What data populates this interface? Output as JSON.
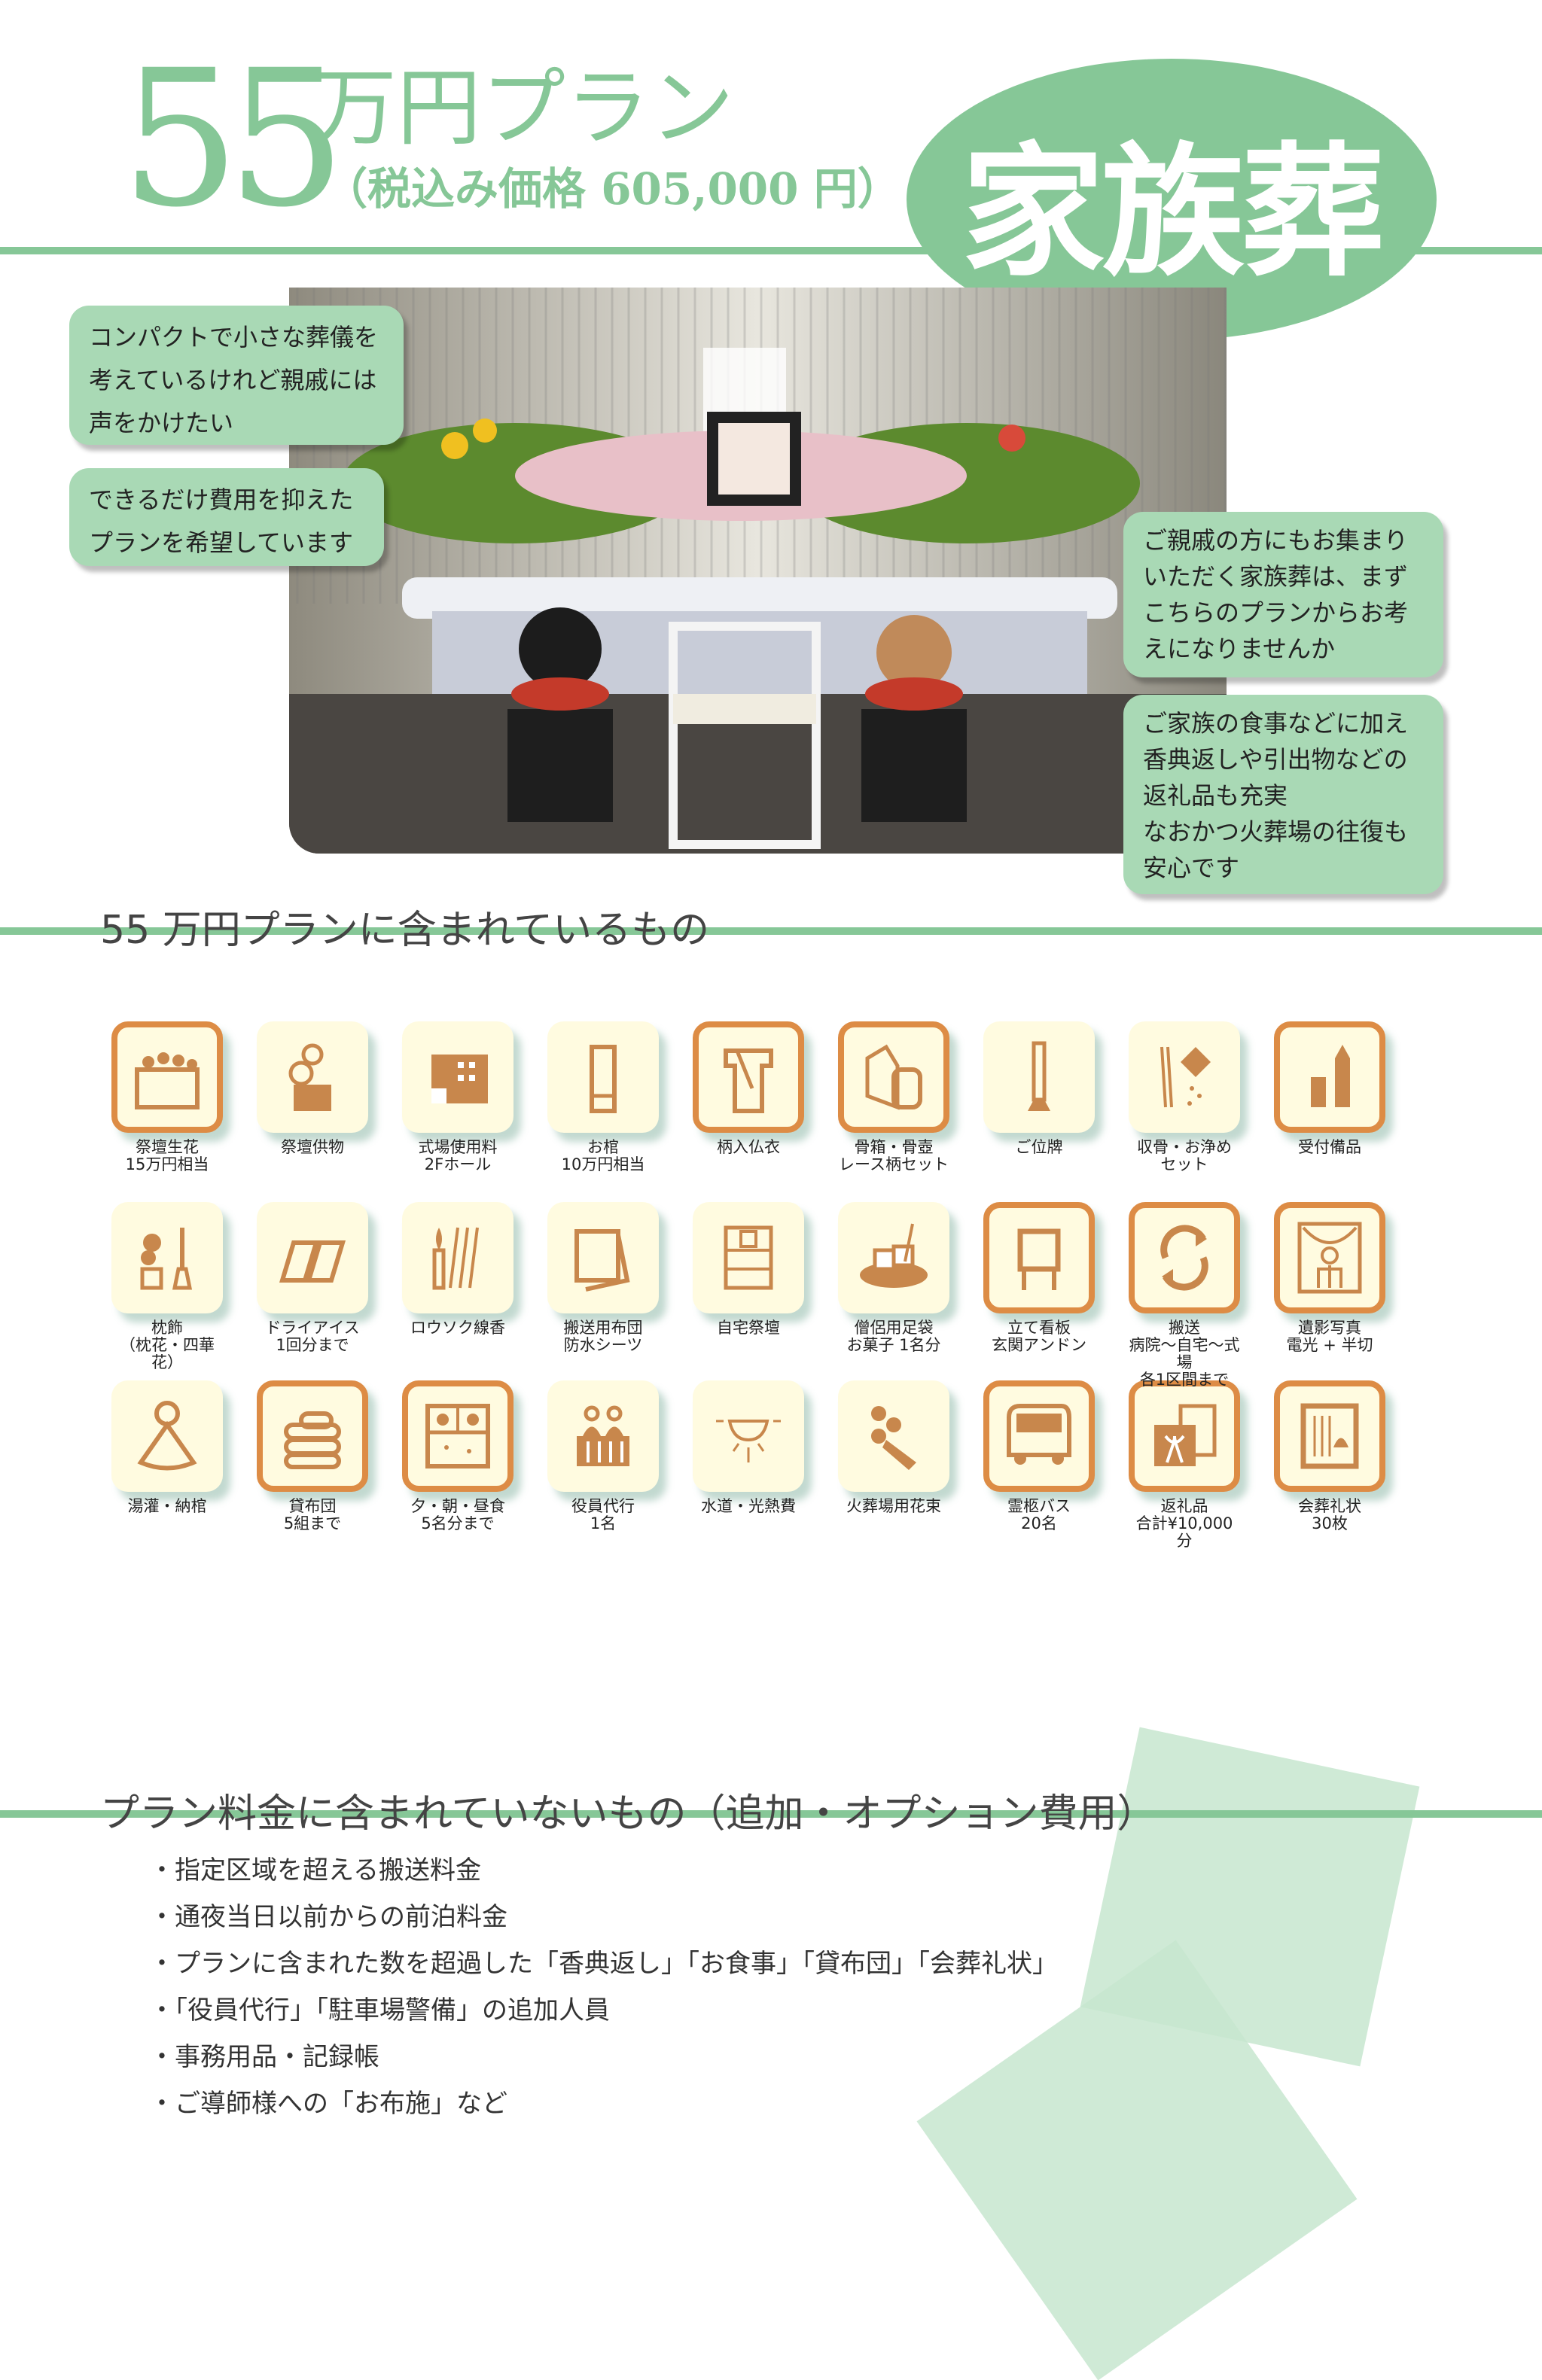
{
  "header": {
    "price_number": "55",
    "plan_label": "万円プラン",
    "tax_price": "（税込み価格 605,000 円）",
    "badge": "家族葬"
  },
  "colors": {
    "accent": "#86c797",
    "bubble": "#a9d9b5",
    "icon_border": "#dd8c45",
    "icon_bg": "#fffbe0",
    "icon_fg": "#c8874c"
  },
  "bubbles_left": [
    {
      "lines": [
        "コンパクトで小さな葬儀を",
        "考えているけれど親戚には",
        "声をかけたい"
      ]
    },
    {
      "lines": [
        "できるだけ費用を抑えた",
        "プランを希望しています"
      ]
    }
  ],
  "bubbles_right": [
    {
      "lines": [
        "ご親戚の方にもお集まり",
        "いただく家族葬は、まず",
        "こちらのプランからお考",
        "えになりませんか"
      ]
    },
    {
      "lines": [
        "ご家族の食事などに加え",
        "香典返しや引出物などの",
        "返礼品も充実",
        "なおかつ火葬場の往復も",
        "安心です"
      ]
    }
  ],
  "included": {
    "title": "55 万円プランに含まれているもの",
    "items": [
      {
        "label": "祭壇生花\n15万円相当",
        "icon": "altar-flowers-icon",
        "bordered": true
      },
      {
        "label": "祭壇供物",
        "icon": "offerings-icon",
        "bordered": false
      },
      {
        "label": "式場使用料\n2Fホール",
        "icon": "hall-building-icon",
        "bordered": false
      },
      {
        "label": "お棺\n10万円相当",
        "icon": "coffin-icon",
        "bordered": false
      },
      {
        "label": "柄入仏衣",
        "icon": "burial-robe-icon",
        "bordered": true
      },
      {
        "label": "骨箱・骨壺\nレース柄セット",
        "icon": "urn-icon",
        "bordered": true
      },
      {
        "label": "ご位牌",
        "icon": "ihai-tablet-icon",
        "bordered": false
      },
      {
        "label": "収骨・お浄め\nセット",
        "icon": "purifying-salt-icon",
        "bordered": false
      },
      {
        "label": "受付備品",
        "icon": "reception-supplies-icon",
        "bordered": true
      },
      {
        "label": "枕飾\n（枕花・四華花）",
        "icon": "pillow-flowers-icon",
        "bordered": false
      },
      {
        "label": "ドライアイス\n1回分まで",
        "icon": "dry-ice-icon",
        "bordered": false
      },
      {
        "label": "ロウソク線香",
        "icon": "candle-incense-icon",
        "bordered": false
      },
      {
        "label": "搬送用布団\n防水シーツ",
        "icon": "futon-sheet-icon",
        "bordered": false
      },
      {
        "label": "自宅祭壇",
        "icon": "home-altar-icon",
        "bordered": false
      },
      {
        "label": "僧侶用足袋\nお菓子 1名分",
        "icon": "sweets-icon",
        "bordered": false
      },
      {
        "label": "立て看板\n玄関アンドン",
        "icon": "signboard-icon",
        "bordered": true
      },
      {
        "label": "搬送\n病院～自宅～式場\n各1区間まで",
        "icon": "transport-icon",
        "bordered": true
      },
      {
        "label": "遺影写真\n電光 + 半切",
        "icon": "portrait-icon",
        "bordered": true
      },
      {
        "label": "湯灌・納棺",
        "icon": "bathing-icon",
        "bordered": false
      },
      {
        "label": "貸布団\n5組まで",
        "icon": "futon-rental-icon",
        "bordered": true
      },
      {
        "label": "夕・朝・昼食\n5名分まで",
        "icon": "meal-box-icon",
        "bordered": true
      },
      {
        "label": "役員代行\n1名",
        "icon": "staff-icon",
        "bordered": false
      },
      {
        "label": "水道・光熱費",
        "icon": "utilities-light-icon",
        "bordered": false
      },
      {
        "label": "火葬場用花束",
        "icon": "bouquet-icon",
        "bordered": false
      },
      {
        "label": "霊柩バス\n20名",
        "icon": "bus-icon",
        "bordered": true
      },
      {
        "label": "返礼品\n合計¥10,000分",
        "icon": "gift-icon",
        "bordered": true
      },
      {
        "label": "会葬礼状\n30枚",
        "icon": "thank-you-card-icon",
        "bordered": true
      }
    ]
  },
  "excluded": {
    "title": "プラン料金に含まれていないもの（追加・オプション費用）",
    "items": [
      "・指定区域を超える搬送料金",
      "・通夜当日以前からの前泊料金",
      "・プランに含まれた数を超過した「香典返し」「お食事」「貸布団」「会葬礼状」",
      "・「役員代行」「駐車場警備」の追加人員",
      "・事務用品・記録帳",
      "・ご導師様への「お布施」など"
    ]
  }
}
